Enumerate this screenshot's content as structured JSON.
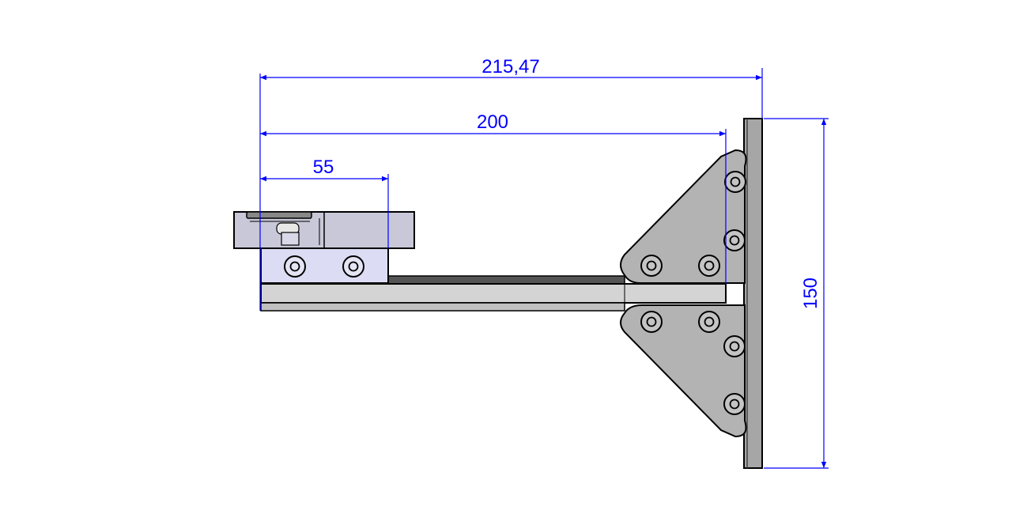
{
  "dimensions": {
    "overall_length": "215,47",
    "rail_length": "200",
    "carriage_offset": "55",
    "plate_height": "150"
  },
  "colors": {
    "dimension": "#0000ff",
    "outline": "#000000",
    "plate": "#a6a6a6",
    "bracket": "#b3b3b3",
    "rail_light": "#d4d4d4",
    "rail_dark": "#555555",
    "carriage": "#dcdcf4",
    "top_block": "#c8c8d8"
  },
  "icons": [
    "bolt-icon"
  ]
}
